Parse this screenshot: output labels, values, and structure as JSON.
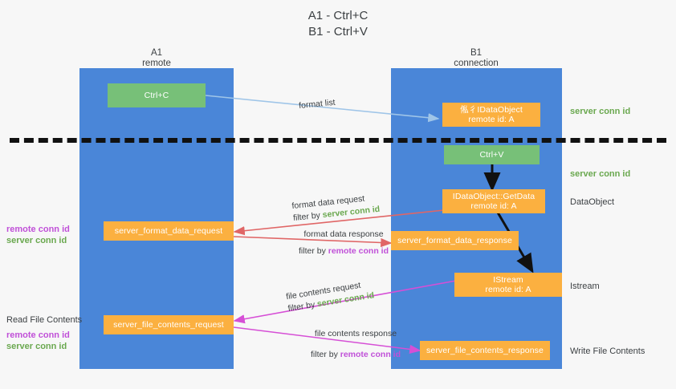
{
  "title": {
    "line1": "A1 - Ctrl+C",
    "line2": "B1 - Ctrl+V"
  },
  "colors": {
    "lane": "#4a86d8",
    "green_node": "#77c078",
    "orange_node": "#fbb040",
    "server_conn_id": "#6aa84f",
    "remote_conn_id": "#c050d8",
    "format_list_arrow": "#9fc5e8",
    "format_data_arrow": "#e06666",
    "file_contents_arrow": "#d64fd6",
    "sequence_arrow": "#111111",
    "divider": "#111111",
    "background": "#f7f7f7"
  },
  "columns": [
    {
      "id": "a1",
      "line1": "A1",
      "line2": "remote"
    },
    {
      "id": "b1",
      "line1": "B1",
      "line2": "connection"
    }
  ],
  "nodes": [
    {
      "id": "ctrl-c",
      "type": "green",
      "line1": "Ctrl+C",
      "line2": ""
    },
    {
      "id": "idataobject-top",
      "type": "orange",
      "line1": "俬彳IDataObject",
      "line2": "remote id: A"
    },
    {
      "id": "ctrl-v",
      "type": "green",
      "line1": "Ctrl+V",
      "line2": ""
    },
    {
      "id": "idataobject-getdata",
      "type": "orange",
      "line1": "IDataObject::GetData",
      "line2": "remote id: A"
    },
    {
      "id": "server-format-data-request",
      "type": "orange",
      "line1": "server_format_data_request",
      "line2": ""
    },
    {
      "id": "server-format-data-response",
      "type": "orange",
      "line1": "server_format_data_response",
      "line2": ""
    },
    {
      "id": "istream",
      "type": "orange",
      "line1": "IStream",
      "line2": "remote id: A"
    },
    {
      "id": "server-file-contents-request",
      "type": "orange",
      "line1": "server_file_contents_request",
      "line2": ""
    },
    {
      "id": "server-file-contents-response",
      "type": "orange",
      "line1": "server_file_contents_response",
      "line2": ""
    }
  ],
  "right_labels": [
    {
      "id": "server-conn-id-1",
      "text": "server conn id",
      "kind": "green"
    },
    {
      "id": "server-conn-id-2",
      "text": "server conn id",
      "kind": "green"
    },
    {
      "id": "dataobject",
      "text": "DataObject",
      "kind": "plain"
    },
    {
      "id": "istream",
      "text": "Istream",
      "kind": "plain"
    },
    {
      "id": "write-file-contents",
      "text": "Write File Contents",
      "kind": "plain"
    }
  ],
  "left_labels": {
    "group1": {
      "remote": "remote conn id",
      "server": "server conn id"
    },
    "read_file_contents": "Read File Contents",
    "group2": {
      "remote": "remote conn id",
      "server": "server conn id"
    }
  },
  "flows": [
    {
      "id": "format-list",
      "label": "format list",
      "filter_prefix": "",
      "filter_value": "",
      "filter_kind": ""
    },
    {
      "id": "format-data-request",
      "label": "format data request",
      "filter_prefix": "filter by ",
      "filter_value": "server conn id",
      "filter_kind": "green"
    },
    {
      "id": "format-data-response",
      "label": "format data response",
      "filter_prefix": "filter by ",
      "filter_value": "remote conn id",
      "filter_kind": "purple"
    },
    {
      "id": "file-contents-request",
      "label": "file contents request",
      "filter_prefix": "filter by ",
      "filter_value": "server conn id",
      "filter_kind": "green"
    },
    {
      "id": "file-contents-response",
      "label": "file contents response",
      "filter_prefix": "filter by ",
      "filter_value": "remote conn id",
      "filter_kind": "purple"
    }
  ]
}
